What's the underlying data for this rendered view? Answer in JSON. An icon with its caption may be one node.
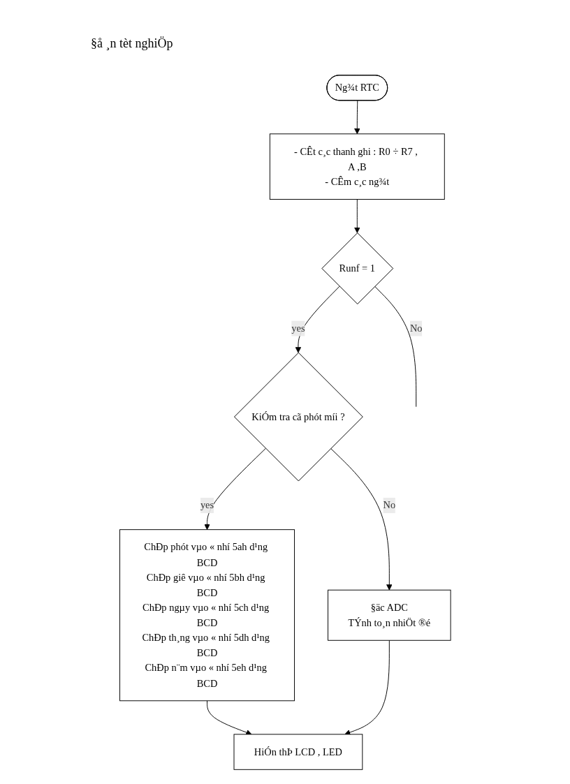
{
  "diagram": {
    "title": "§å ¸n tèt nghiÖp",
    "nodes": [
      {
        "text": [
          "Ng¾t RTC"
        ]
      },
      {
        "text": [
          "- CÊt c¸c thanh ghi : R0 ÷ R7 , A ,B",
          "- CÊm c¸c ng¾t"
        ]
      },
      {
        "text": [
          "Runf = 1"
        ]
      },
      {
        "text": [
          "KiÓm tra cã phót míi ?"
        ]
      },
      {
        "text": [
          "§äc ADC",
          "TÝnh to¸n nhiÖt ®é"
        ]
      },
      {
        "text": [
          "ChÐp phót vµo « nhí 5ah d¹ng BCD",
          "ChÐp giê vµo « nhí 5bh d¹ng BCD",
          "ChÐp ngµy vµo « nhí 5ch d¹ng BCD",
          "ChÐp th¸ng vµo « nhí 5dh d¹ng BCD",
          "ChÐp n¨m vµo « nhí 5eh d¹ng BCD"
        ]
      },
      {
        "text": [
          "HiÓn thÞ LCD , LED"
        ]
      }
    ],
    "edges": [
      {
        "from": 0,
        "to": 1,
        "arrow": "to"
      },
      {
        "from": 1,
        "to": 2,
        "arrow": "to"
      },
      {
        "from": 2,
        "to": null,
        "arrow": "none",
        "label": "No"
      },
      {
        "from": 2,
        "to": 3,
        "arrow": "to",
        "label": "yes"
      },
      {
        "from": 3,
        "to": 4,
        "arrow": "to",
        "label": "No"
      },
      {
        "from": 3,
        "to": 5,
        "arrow": "to",
        "label": "yes"
      },
      {
        "from": 5,
        "to": 6,
        "arrow": "to"
      },
      {
        "from": 4,
        "to": 6,
        "arrow": "to"
      }
    ]
  }
}
